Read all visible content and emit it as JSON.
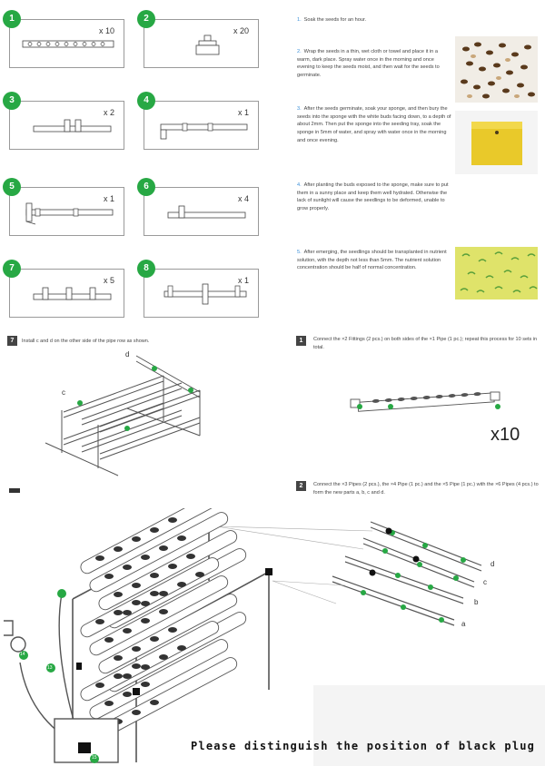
{
  "parts": [
    {
      "num": "1",
      "qty": "x 10",
      "icon": "pipe-with-holes"
    },
    {
      "num": "2",
      "qty": "x 20",
      "icon": "net-cup"
    },
    {
      "num": "3",
      "qty": "x 2",
      "icon": "pipe-tee"
    },
    {
      "num": "4",
      "qty": "x 1",
      "icon": "pipe-long-elbow"
    },
    {
      "num": "5",
      "qty": "x 1",
      "icon": "pipe-elbow-tee"
    },
    {
      "num": "6",
      "qty": "x 4",
      "icon": "pipe-short-tee"
    },
    {
      "num": "7",
      "qty": "x 5",
      "icon": "pipe-triple-tee"
    },
    {
      "num": "8",
      "qty": "x 1",
      "icon": "pipe-cross"
    }
  ],
  "steps": [
    {
      "num": "1.",
      "text": "Soak the seeds for an hour."
    },
    {
      "num": "2.",
      "text": "Wrap the seeds in a thin, wet cloth or towel and place it in a warm, dark place. Spray water once in the morning and once evening to keep the seeds moist, and then wait for the seeds to germinate."
    },
    {
      "num": "3.",
      "text": "After the seeds germinate, soak your sponge, and then bury the seeds into the sponge with the white buds facing down, to a depth of about 2mm. Then put the sponge into the seeding tray, soak the sponge in 5mm of water, and spray with water once in the morning and once evening."
    },
    {
      "num": "4.",
      "text": "After planting the buds exposed to the sponge, make sure to put them in a sunny place and keep them well hydrated. Otherwise the lack of sunlight will cause the seedlings to be deformed, unable to grow properly."
    },
    {
      "num": "5.",
      "text": "After emerging, the seedlings should be transplanted in nutrient solution, with the depth not less than 5mm. The nutrient solution concentration should be half of normal concentration."
    }
  ],
  "instructions": [
    {
      "num": "7",
      "text": "Install c and d on the other side of the pipe row as shown."
    },
    {
      "num": "1",
      "text": "Connect the ×2 Fittings (2 pcs.) on both sides of the ×1 Pipe (1 pc.); repeat this process for 10 sets in total."
    },
    {
      "num": "2",
      "text": "Connect the ×3 Pipes (2 pcs.), the ×4 Pipe (1 pc.) and the ×5 Pipe (1 pc.) with the ×6 Pipes (4 pcs.) to form the new parts a, b, c and d."
    }
  ],
  "x10_label": "x10",
  "pipe_letters": [
    "a",
    "b",
    "c",
    "d"
  ],
  "diagram_labels": {
    "d": "d",
    "c": "c",
    "n13": "13",
    "n14": "14",
    "n15": "15"
  },
  "warning": "Please distinguish the position of black plug",
  "colors": {
    "accent": "#27a844",
    "step_number": "#3a8fd8"
  }
}
